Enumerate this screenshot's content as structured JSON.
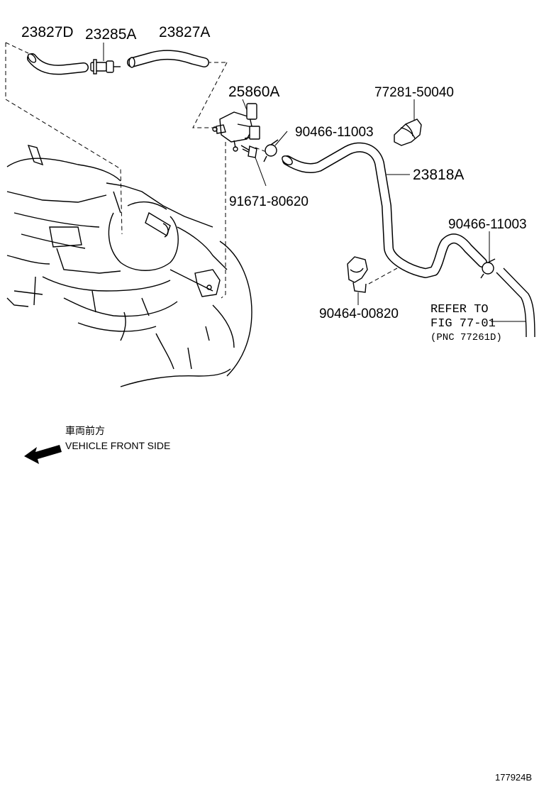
{
  "parts": {
    "hose_23827d": "23827D",
    "union_23285a": "23285A",
    "hose_23827a": "23827A",
    "valve_25860a": "25860A",
    "clamp_90466_a": "90466-11003",
    "bolt_91671": "91671-80620",
    "clamp_77281": "77281-50040",
    "hose_23818a": "23818A",
    "clamp_90466_b": "90466-11003",
    "clamp_90464": "90464-00820"
  },
  "reference": {
    "line1": "REFER TO",
    "line2": "FIG 77-01",
    "line3": "(PNC 77261D)"
  },
  "front_indicator": {
    "japanese": "車両前方",
    "english": "VEHICLE FRONT SIDE"
  },
  "figure_id": "177924B"
}
